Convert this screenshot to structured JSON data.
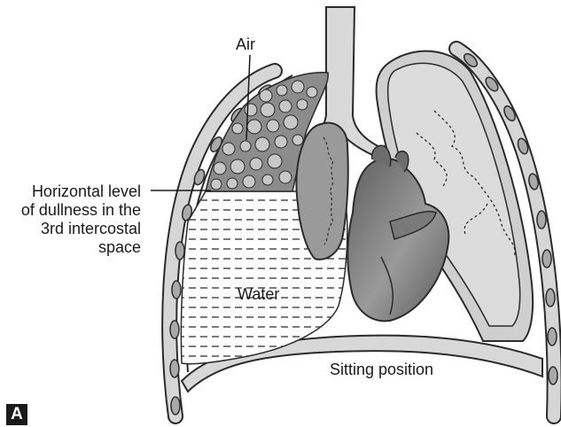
{
  "labels": {
    "air": "Air",
    "dullness": [
      "Horizontal level",
      "of dullness in the",
      "3rd intercostal",
      "space"
    ],
    "water": "Water",
    "position": "Sitting position"
  },
  "panel_letter": "A",
  "colors": {
    "outline": "#2b2b2b",
    "rib": "#a9a9a9",
    "air_fill": "#8c8c8c",
    "bubble": "#c8c8c8",
    "fluid": "#ffffff",
    "lung_collapsed": "#9a9a9a",
    "lung_normal": "#dcdcdc",
    "pleura": "#cfcfcf",
    "heart": "#6d6d6d",
    "trachea": "#d9d9d9",
    "diaphragm": "#d8d8d8"
  }
}
